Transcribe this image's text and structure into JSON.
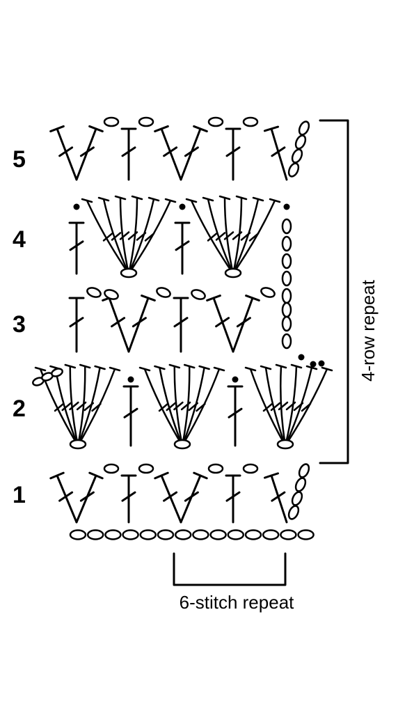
{
  "rows": [
    {
      "label": "1"
    },
    {
      "label": "2"
    },
    {
      "label": "3"
    },
    {
      "label": "4"
    },
    {
      "label": "5"
    }
  ],
  "stitch_repeat_label": "6-stitch repeat",
  "row_repeat_label": "4-row repeat",
  "colors": {
    "ink": "#000000",
    "background": "#ffffff"
  }
}
